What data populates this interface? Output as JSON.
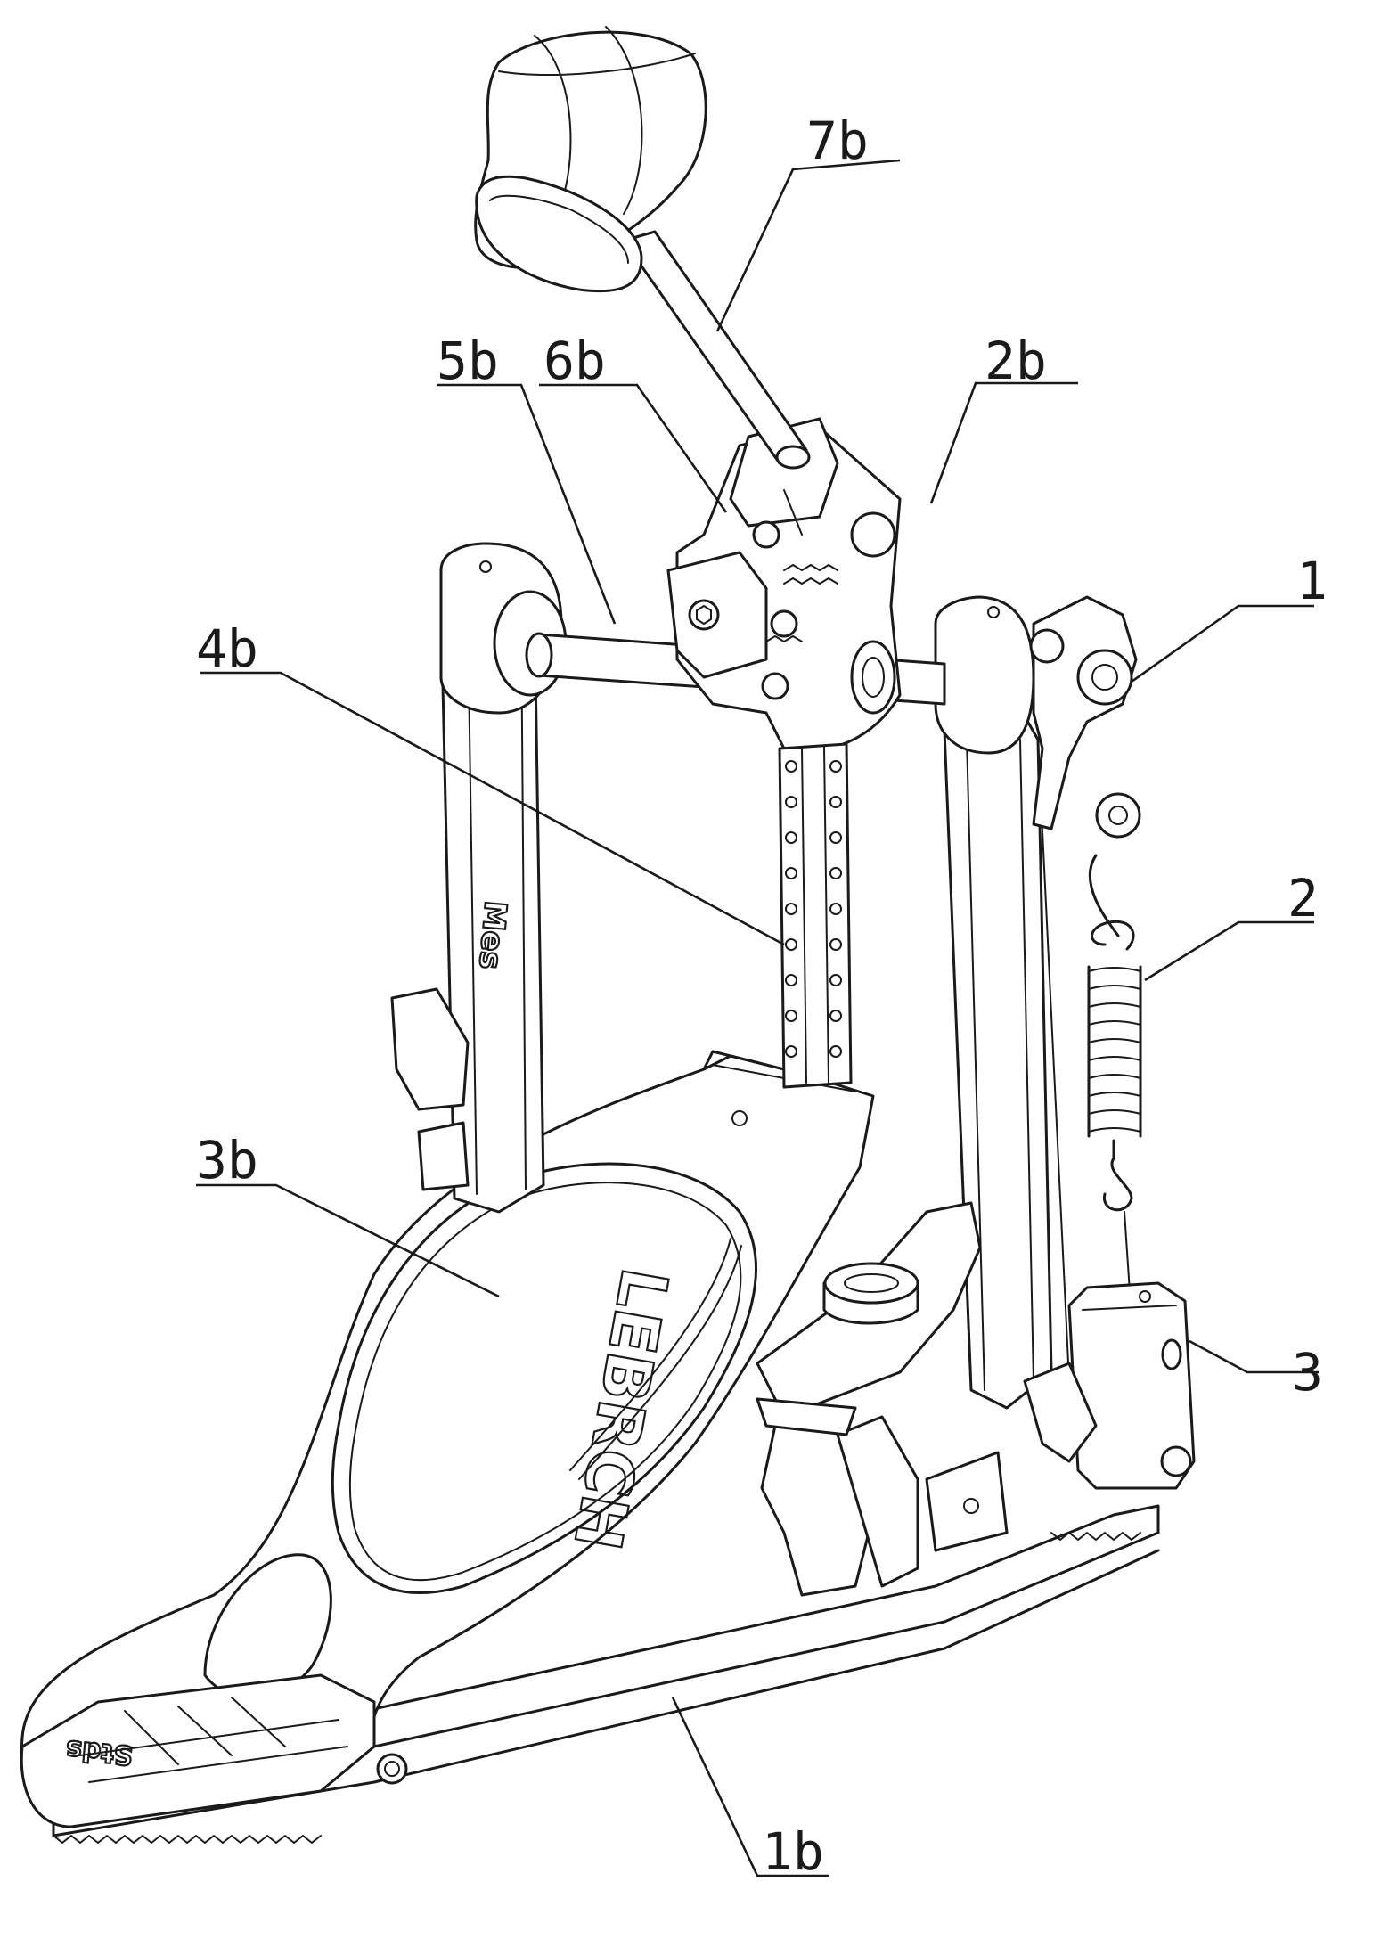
{
  "figure": {
    "brand_text": "LEBRCH",
    "small_logo_text": "Mes",
    "heel_logo_text": "Stds"
  },
  "labels": [
    {
      "id": "7b",
      "text": "7b"
    },
    {
      "id": "5b",
      "text": "5b"
    },
    {
      "id": "6b",
      "text": "6b"
    },
    {
      "id": "2b",
      "text": "2b"
    },
    {
      "id": "1",
      "text": "1"
    },
    {
      "id": "4b",
      "text": "4b"
    },
    {
      "id": "2",
      "text": "2"
    },
    {
      "id": "3b",
      "text": "3b"
    },
    {
      "id": "3",
      "text": "3"
    },
    {
      "id": "1b",
      "text": "1b"
    }
  ]
}
